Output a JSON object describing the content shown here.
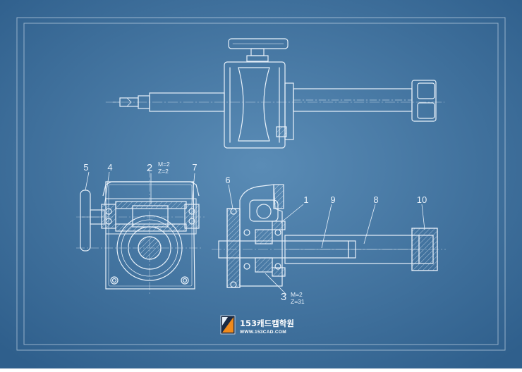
{
  "colors": {
    "background": "#3b6e9a",
    "background_light": "#5a8cb6",
    "line": "#e8f1fa",
    "logo_orange": "#f08a1c",
    "logo_dark": "#1a2a44"
  },
  "labels": {
    "part_5": "5",
    "part_4": "4",
    "part_2": "2",
    "part_2_m": "M=2",
    "part_2_z": "Z=2",
    "part_7": "7",
    "part_6": "6",
    "part_1": "1",
    "part_9": "9",
    "part_8": "8",
    "part_10": "10",
    "part_3": "3",
    "part_3_m": "M=2",
    "part_3_z": "Z=31"
  },
  "brand": {
    "name": "153캐드캠학원",
    "url": "WWW.153CAD.COM"
  }
}
